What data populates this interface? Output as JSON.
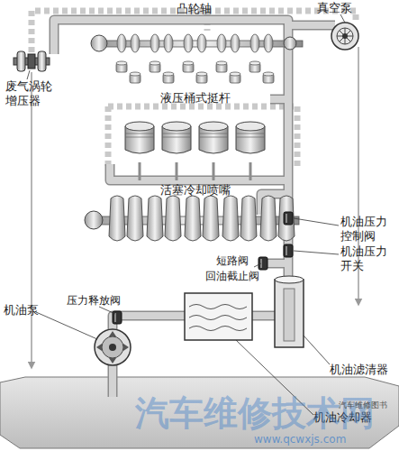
{
  "diagram": {
    "labels": [
      "凸轮轴",
      "真空泵",
      "废气涡轮增压器",
      "液压桶式挺杆",
      "活塞冷却喷嘴",
      "机油压力控制阀",
      "机油压力开关",
      "短路阀",
      "回油截止阀",
      "压力释放阀",
      "机油泵",
      "机油滤清器",
      "机油冷却器",
      "汽车维修技术网",
      "www.qcwxjs.com",
      "汽车维修图书"
    ]
  }
}
